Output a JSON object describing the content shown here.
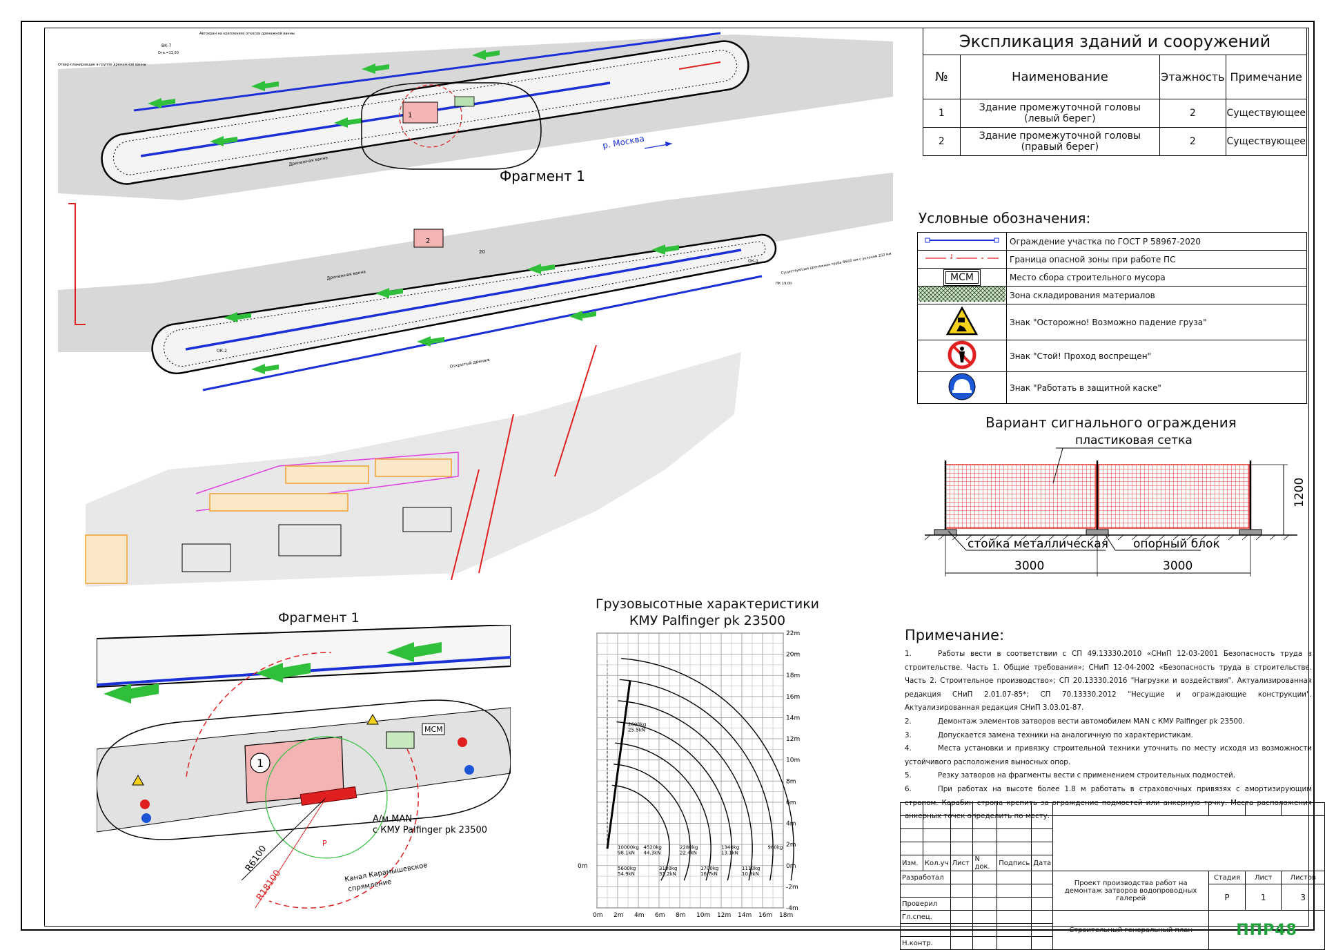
{
  "explication": {
    "title": "Экспликация зданий и сооружений",
    "headers": [
      "№",
      "Наименование",
      "Этажность",
      "Примечание"
    ],
    "rows": [
      {
        "n": "1",
        "name": "Здание промежуточной головы (левый берег)",
        "floors": "2",
        "note": "Существующее"
      },
      {
        "n": "2",
        "name": "Здание промежуточной головы (правый берег)",
        "floors": "2",
        "note": "Существующее"
      }
    ]
  },
  "legend": {
    "title": "Условные обозначения:",
    "items": [
      {
        "symbol": "fence-line",
        "label": "Ограждение участка по ГОСТ Р 58967-2020"
      },
      {
        "symbol": "danger-zone-line",
        "label": "Граница опасной зоны при работе ПС"
      },
      {
        "symbol": "msm-box",
        "symbol_text": "МСМ",
        "label": "Место сбора строительного мусора"
      },
      {
        "symbol": "hatch-zone",
        "label": "Зона складирования материалов"
      },
      {
        "symbol": "warning-triangle-icon",
        "label": "Знак \"Осторожно! Возможно падение груза\""
      },
      {
        "symbol": "stop-sign-icon",
        "label": "Знак \"Стой! Проход воспрещен\""
      },
      {
        "symbol": "helmet-sign-icon",
        "label": "Знак \"Работать в защитной каске\""
      }
    ]
  },
  "fence_variant": {
    "title": "Вариант сигнального ограждения",
    "mesh_label": "пластиковая сетка",
    "post_label": "стойка металлическая",
    "block_label": "опорный блок",
    "height": "1200",
    "span_1": "3000",
    "span_2": "3000",
    "mesh_color": "#e8302c"
  },
  "site_plan": {
    "fragment_label": "Фрагмент 1",
    "river_label": "р. Москва",
    "building_1": "1",
    "building_2": "2",
    "label_drain": "Дренажная ванна",
    "label_drain_2": "Дренажная ванна",
    "label_open_drain": "Открытый дренаж",
    "label_pipe": "Существующая дренажная труба Ф600 мм с уклоном 250 мм",
    "label_bk": "ВК-7",
    "label_bk_sub": "Отв.=11,00",
    "label_avto": "Автокран на креплениях откосов дренажной ванны",
    "label_plan": "Отвер-планировщик в группе дренажной ванны",
    "label_20": "20",
    "label_ok1": "ОК-1",
    "label_ok2": "ОК-2",
    "label_pk": "ПК 19,00"
  },
  "fragment": {
    "title": "Фрагмент 1",
    "building": "1",
    "msm": "МСМ",
    "truck_label_1": "А/м MAN",
    "truck_label_2": "с КМУ Palfinger pk 23500",
    "radius_1": "R6100",
    "radius_2": "R18100",
    "p_label": "P",
    "canal_label_1": "Канал Карамышевское",
    "canal_label_2": "спрямление"
  },
  "load_chart": {
    "title_line1": "Грузовысотные характеристики",
    "title_line2": "КМУ Palfinger pk 23500"
  },
  "chart_data": {
    "type": "other",
    "title": "Грузовысотные характеристики КМУ Palfinger pk 23500",
    "x_ticks": [
      "0m",
      "2m",
      "4m",
      "6m",
      "8m",
      "10m",
      "12m",
      "14m",
      "16m",
      "18m"
    ],
    "y_ticks": [
      "22m",
      "20m",
      "18m",
      "16m",
      "14m",
      "12m",
      "10m",
      "8m",
      "6m",
      "4m",
      "2m",
      "0m",
      "-2m",
      "-4m"
    ],
    "xlim": [
      0,
      18
    ],
    "ylim": [
      -4,
      22
    ],
    "load_points": [
      {
        "load": "2600kg",
        "force": "25.5kN",
        "x": 3.0,
        "y": 13.2
      },
      {
        "load": "10000kg",
        "force": "98.1kN",
        "x": 2.0,
        "y": 1.6
      },
      {
        "load": "4520kg",
        "force": "44.3kN",
        "x": 4.5,
        "y": 1.6
      },
      {
        "load": "2280kg",
        "force": "22.4kN",
        "x": 8.0,
        "y": 1.6
      },
      {
        "load": "1340kg",
        "force": "13.1kN",
        "x": 12.0,
        "y": 1.6
      },
      {
        "load": "960kg",
        "force": "",
        "x": 16.5,
        "y": 1.6
      },
      {
        "load": "5600kg",
        "force": "54.9kN",
        "x": 2.0,
        "y": -0.4
      },
      {
        "load": "3180kg",
        "force": "31.2kN",
        "x": 6.0,
        "y": -0.4
      },
      {
        "load": "1700kg",
        "force": "16.7kN",
        "x": 10.0,
        "y": -0.4
      },
      {
        "load": "1110kg",
        "force": "10.9kN",
        "x": 14.0,
        "y": -0.4
      }
    ],
    "reach_arcs": [
      6,
      8,
      10,
      12,
      14,
      16,
      18
    ]
  },
  "notes": {
    "title": "Примечание:",
    "items": [
      {
        "n": "1.",
        "text": "Работы вести в соответствии с СП 49.13330.2010 «СНиП 12-03-2001 Безопасность труда в строительстве. Часть 1. Общие требования»; СНиП 12-04-2002 «Безопасность труда в строительстве. Часть 2. Строительное производство»; СП 20.13330.2016 \"Нагрузки и воздействия\". Актуализированная редакция СНиП 2.01.07-85*; СП 70.13330.2012 \"Несущие и ограждающие конструкции\". Актуализированная редакция СНиП 3.03.01-87."
      },
      {
        "n": "2.",
        "text": "Демонтаж элементов затворов вести автомобилем MAN с КМУ Palfinger pk 23500."
      },
      {
        "n": "3.",
        "text": "Допускается замена техники на аналогичную по характеристикам."
      },
      {
        "n": "4.",
        "text": "Места установки и привязку строительной техники уточнить по месту исходя из возможности устойчивого расположения выносных опор."
      },
      {
        "n": "5.",
        "text": "Резку затворов на фрагменты вести с применением строительных подмостей."
      },
      {
        "n": "6.",
        "text": "При работах на высоте более 1.8 м работать в страховочных привязях с амортизирующим стропом. Карабин стропа крепить за ограждение подмостей или анкерную точку. Места расположения анкерных точек определить по месту."
      }
    ]
  },
  "title_block": {
    "col_headers": [
      "Изм.",
      "Кол.уч",
      "Лист",
      "N док.",
      "Подпись",
      "Дата"
    ],
    "roles": [
      "Разработал",
      "",
      "Проверил",
      "Гл.спец.",
      "",
      "Н.контр."
    ],
    "project": "Проект производства работ на демонтаж затворов водопроводных галерей",
    "stage_header": "Стадия",
    "sheet_header": "Лист",
    "sheets_header": "Листов",
    "stage": "Р",
    "sheet": "1",
    "sheets": "3",
    "drawing_title": "Строительный генеральный план",
    "logo": "ППР48"
  },
  "colors": {
    "fence_blue": "#1a2fd6",
    "danger_red": "#e02020",
    "arrow_green": "#2fbf3a",
    "orange": "#f0a030",
    "magenta": "#e040e0",
    "logo_green": "#1fa03a"
  }
}
